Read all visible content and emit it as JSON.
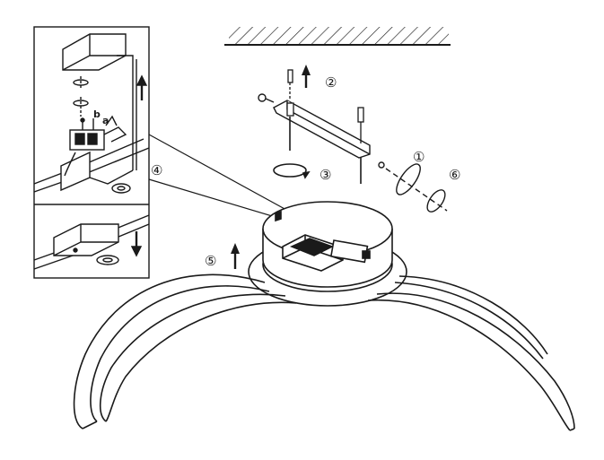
{
  "steps": [
    {
      "id": "1",
      "text": "①"
    },
    {
      "id": "2",
      "text": "②"
    },
    {
      "id": "3",
      "text": "③"
    },
    {
      "id": "4",
      "text": "④"
    },
    {
      "id": "5",
      "text": "⑤"
    },
    {
      "id": "6",
      "text": "⑥"
    }
  ],
  "inset_labels": {
    "a": "a",
    "b": "b"
  },
  "colors": {
    "stroke": "#1a1a1a",
    "background": "#ffffff"
  }
}
